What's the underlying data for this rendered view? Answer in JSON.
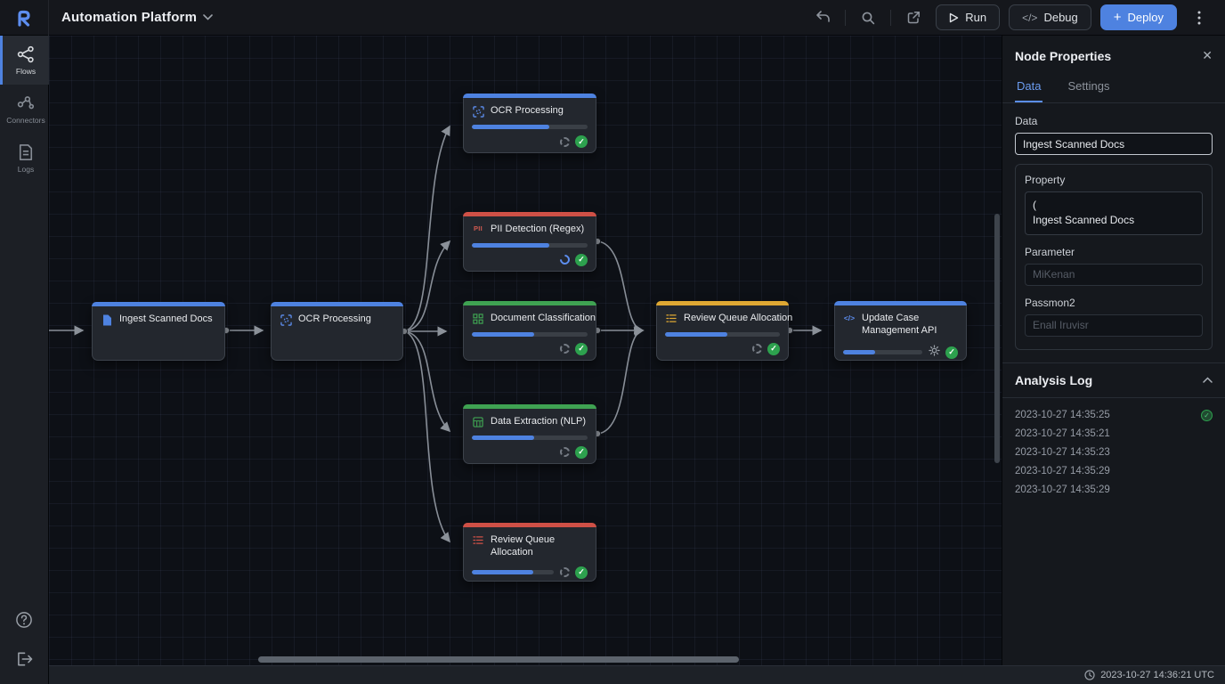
{
  "topbar": {
    "title": "Automation Platform",
    "run_label": "Run",
    "debug_label": "Debug",
    "deploy_label": "Deploy",
    "debug_glyph": "</>",
    "deploy_glyph": "+"
  },
  "sidebar": {
    "items": [
      {
        "label": "Flows",
        "active": true
      },
      {
        "label": "Connectors",
        "active": false
      },
      {
        "label": "Logs",
        "active": false
      }
    ]
  },
  "canvas": {
    "nodes": [
      {
        "title": "Ingest Scanned Docs",
        "icon": "file-icon",
        "accent": "#4e82e0"
      },
      {
        "title": "OCR Processing",
        "icon": "scan-icon",
        "accent": "#4e82e0"
      },
      {
        "title": "OCR Processing",
        "icon": "scan-icon",
        "accent": "#4e82e0",
        "progress": 67,
        "status": [
          "spinner",
          "check"
        ]
      },
      {
        "title": "PII Detection (Regex)",
        "icon": "pii-icon",
        "accent": "#cf5046",
        "progress": 67,
        "status": [
          "spinner-blue",
          "check"
        ]
      },
      {
        "title": "Document Classification",
        "icon": "grid-icon",
        "accent": "#3fa252",
        "progress": 54,
        "status": [
          "spinner",
          "check"
        ]
      },
      {
        "title": "Data Extraction (NLP)",
        "icon": "table-icon",
        "accent": "#3fa252",
        "progress": 54,
        "status": [
          "spinner",
          "check"
        ]
      },
      {
        "title": "Review Queue Allocation",
        "icon": "list-icon",
        "accent": "#cf5046",
        "progress": 75,
        "status": [
          "spinner",
          "check"
        ]
      },
      {
        "title": "Review Queue Allocation",
        "icon": "list-icon",
        "accent": "#dfa833",
        "progress": 54,
        "status": [
          "spinner",
          "check"
        ]
      },
      {
        "title": "Update Case Management API",
        "icon": "code-icon",
        "accent": "#4e82e0",
        "progress": 40,
        "status": [
          "gear",
          "check"
        ]
      }
    ]
  },
  "properties_panel": {
    "title": "Node Properties",
    "tabs": [
      {
        "label": "Data",
        "active": true
      },
      {
        "label": "Settings",
        "active": false
      }
    ],
    "fields": {
      "data_label": "Data",
      "data_value": "Ingest Scanned Docs",
      "property_label": "Property",
      "property_line1": "(",
      "property_line2": "Ingest Scanned Docs",
      "parameter_label": "Parameter",
      "parameter_placeholder": "MiKenan",
      "passmon_label": "Passmon2",
      "passmon_placeholder": "Enall Iruvisr"
    }
  },
  "analysis_log": {
    "title": "Analysis Log",
    "entries": [
      {
        "timestamp": "2023-10-27 14:35:25",
        "status": "success"
      },
      {
        "timestamp": "2023-10-27 14:35:21",
        "status": ""
      },
      {
        "timestamp": "2023-10-27 14:35:23",
        "status": ""
      },
      {
        "timestamp": "2023-10-27 14:35:29",
        "status": ""
      },
      {
        "timestamp": "2023-10-27 14:35:29",
        "status": ""
      }
    ]
  },
  "statusbar": {
    "timestamp": "2023-10-27 14:36:21 UTC"
  },
  "colors": {
    "accent_blue": "#4e82e0",
    "node_red": "#cf5046",
    "node_green": "#3fa252",
    "node_yellow": "#dfa833",
    "success_green": "#2da14e"
  }
}
